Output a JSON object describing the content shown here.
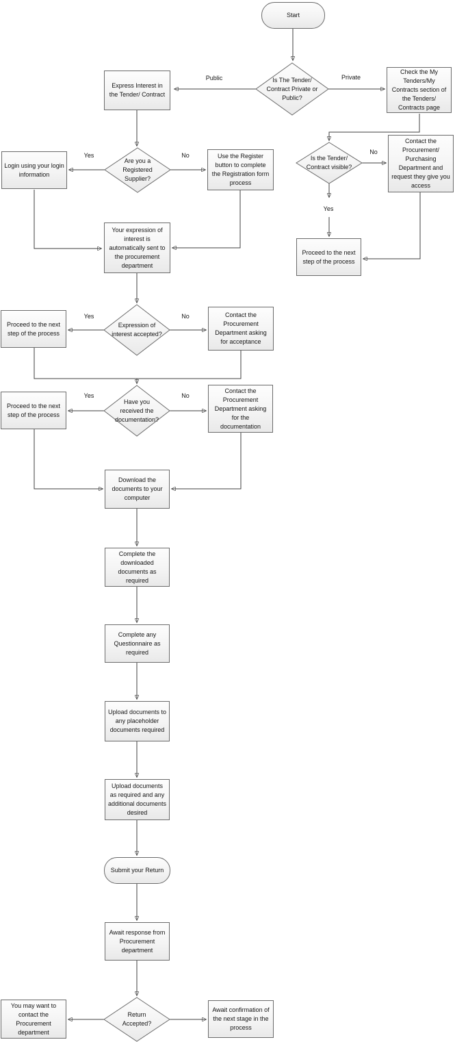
{
  "nodes": {
    "start": {
      "label": "Start",
      "type": "terminator"
    },
    "q_public": {
      "label": "Is The Tender/ Contract Private or Public?",
      "type": "decision"
    },
    "express_interest": {
      "label": "Express Interest in the Tender/ Contract",
      "type": "process"
    },
    "check_my_tenders": {
      "label": "Check the My Tenders/My Contracts section of the Tenders/ Contracts page",
      "type": "process"
    },
    "q_registered": {
      "label": "Are you a Registered Supplier?",
      "type": "decision"
    },
    "login": {
      "label": "Login using your login information",
      "type": "process"
    },
    "register": {
      "label": "Use the Register button to complete the Registration form process",
      "type": "process"
    },
    "q_visible": {
      "label": "Is the Tender/ Contract visible?",
      "type": "decision"
    },
    "contact_purchasing": {
      "label": "Contact the Procurement/ Purchasing Department and request they give you access",
      "type": "process"
    },
    "proceed_visible": {
      "label": "Proceed to the next step of the process",
      "type": "process"
    },
    "expression_sent": {
      "label": "Your expression of interest is automatically sent to the procurement department",
      "type": "process"
    },
    "q_accepted": {
      "label": "Expression of interest accepted?",
      "type": "decision"
    },
    "proceed_accepted": {
      "label": "Proceed to the next step of the process",
      "type": "process"
    },
    "contact_acceptance": {
      "label": "Contact the Procurement Department asking for acceptance",
      "type": "process"
    },
    "q_received": {
      "label": "Have you received the documentation?",
      "type": "decision"
    },
    "proceed_received": {
      "label": "Proceed to the next step of the process",
      "type": "process"
    },
    "contact_documentation": {
      "label": "Contact the Procurement Department asking for the documentation",
      "type": "process"
    },
    "download": {
      "label": "Download the documents to your computer",
      "type": "process"
    },
    "complete_downloaded": {
      "label": "Complete the downloaded documents as required",
      "type": "process"
    },
    "complete_questionnaire": {
      "label": "Complete any Questionnaire as required",
      "type": "process"
    },
    "upload_placeholder": {
      "label": "Upload documents to any placeholder documents required",
      "type": "process"
    },
    "upload_additional": {
      "label": "Upload documents as required and any additional documents desired",
      "type": "process"
    },
    "submit_return": {
      "label": "Submit your Return",
      "type": "terminator"
    },
    "await_response": {
      "label": "Await response from Procurement department",
      "type": "process"
    },
    "q_return_accepted": {
      "label": "Return Accepted?",
      "type": "decision"
    },
    "contact_department": {
      "label": "You may want to contact the Procurement department",
      "type": "process"
    },
    "await_confirmation": {
      "label": "Await confirmation of the next stage in the process",
      "type": "process"
    }
  },
  "edge_labels": {
    "public": "Public",
    "private": "Private",
    "registered_yes": "Yes",
    "registered_no": "No",
    "visible_no": "No",
    "visible_yes": "Yes",
    "accepted_yes": "Yes",
    "accepted_no": "No",
    "received_yes": "Yes",
    "received_no": "No"
  },
  "colors": {
    "connector": "#3f3f3f",
    "shape_border": "#6a6a6a",
    "shape_fill_top": "#fdfdfd",
    "shape_fill_bottom": "#e9e9e9",
    "text": "#141414",
    "background": "#ffffff"
  }
}
